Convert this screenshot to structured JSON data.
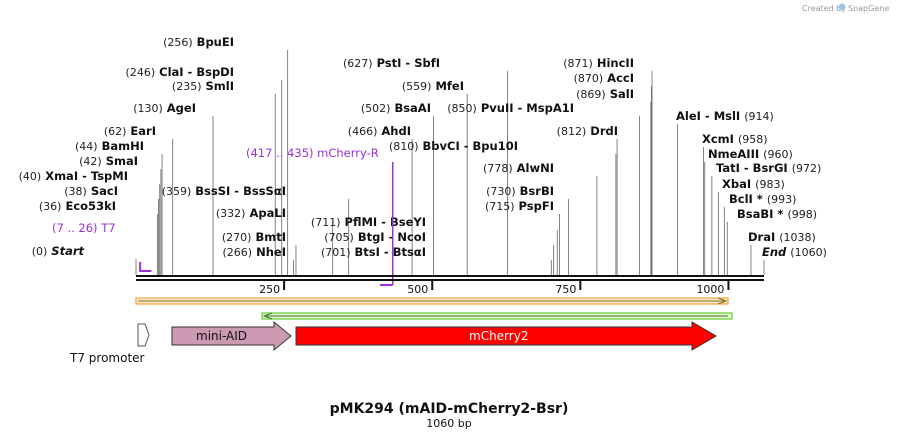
{
  "credit": {
    "created_by": "Created by",
    "brand": "SnapGene"
  },
  "title": "pMK294 (mAID-mCherry2-Bsr)",
  "length_text": "1060 bp",
  "length": 1060,
  "ruler_ticks": [
    250,
    500,
    750,
    1000
  ],
  "sites": [
    {
      "pos": "(256)",
      "name": "BpuEI",
      "bp": 256
    },
    {
      "pos": "(246)",
      "name": "ClaI  - BspDI",
      "bp": 246
    },
    {
      "pos": "(235)",
      "name": "SmlI",
      "bp": 235
    },
    {
      "pos": "(130)",
      "name": "AgeI",
      "bp": 130
    },
    {
      "pos": "(62)",
      "name": "EarI",
      "bp": 62
    },
    {
      "pos": "(44)",
      "name": "BamHI",
      "bp": 44
    },
    {
      "pos": "(42)",
      "name": "SmaI",
      "bp": 42
    },
    {
      "pos": "(40)",
      "name": "XmaI  - TspMI",
      "bp": 40
    },
    {
      "pos": "(38)",
      "name": "SacI",
      "bp": 38
    },
    {
      "pos": "(36)",
      "name": "Eco53kI",
      "bp": 36
    },
    {
      "pos": "(0)",
      "name": "Start",
      "bp": 0,
      "italic": true
    },
    {
      "pos": "(359)",
      "name": "BssSI  - BssSαI",
      "bp": 359
    },
    {
      "pos": "(332)",
      "name": "ApaLI",
      "bp": 332
    },
    {
      "pos": "(270)",
      "name": "BmtI",
      "bp": 270
    },
    {
      "pos": "(266)",
      "name": "NheI",
      "bp": 266
    },
    {
      "pos": "(466)",
      "name": "AhdI",
      "bp": 466
    },
    {
      "pos": "(502)",
      "name": "BsaAI",
      "bp": 502
    },
    {
      "pos": "(559)",
      "name": "MfeI",
      "bp": 559
    },
    {
      "pos": "(627)",
      "name": "PstI  - SbfI",
      "bp": 627
    },
    {
      "pos": "(711)",
      "name": "PflMI  - BseYI",
      "bp": 711
    },
    {
      "pos": "(705)",
      "name": "BtgI  - NcoI",
      "bp": 705
    },
    {
      "pos": "(701)",
      "name": "BtsI  - BtsαI",
      "bp": 701
    },
    {
      "pos": "(810)",
      "name": "BbvCI  - Bpu10I",
      "bp": 810
    },
    {
      "pos": "(778)",
      "name": "AlwNI",
      "bp": 778
    },
    {
      "pos": "(730)",
      "name": "BsrBI",
      "bp": 730
    },
    {
      "pos": "(715)",
      "name": "PspFI",
      "bp": 715
    },
    {
      "pos": "(871)",
      "name": "HincII",
      "bp": 871
    },
    {
      "pos": "(870)",
      "name": "AccI",
      "bp": 870
    },
    {
      "pos": "(869)",
      "name": "SalI",
      "bp": 869
    },
    {
      "pos": "(850)",
      "name": "PvuII  - MspA1I",
      "bp": 850
    },
    {
      "pos": "(812)",
      "name": "DrdI",
      "bp": 812
    },
    {
      "pos": "(914)",
      "name": "AleI  - MslI",
      "bp": 914
    },
    {
      "pos": "(958)",
      "name": "XcmI",
      "bp": 958
    },
    {
      "pos": "(960)",
      "name": "NmeAIII",
      "bp": 960
    },
    {
      "pos": "(972)",
      "name": "TatI  - BsrGI",
      "bp": 972
    },
    {
      "pos": "(983)",
      "name": "XbaI",
      "bp": 983
    },
    {
      "pos": "(993)",
      "name": "BclI *",
      "bp": 993
    },
    {
      "pos": "(998)",
      "name": "BsaBI *",
      "bp": 998
    },
    {
      "pos": "(1038)",
      "name": "DraI",
      "bp": 1038
    },
    {
      "pos": "(1060)",
      "name": "End",
      "bp": 1060,
      "italic": true
    }
  ],
  "primers": [
    {
      "range": "(7 .. 26)",
      "name": "T7",
      "start": 7,
      "end": 26
    },
    {
      "range": "(417 .. 435)",
      "name": "mCherry-R",
      "start": 417,
      "end": 435
    }
  ],
  "features": [
    {
      "name": "T7 promoter",
      "start": 0,
      "end": 19,
      "color": "#ffffff"
    },
    {
      "name": "mini-AID",
      "start": 62,
      "end": 262,
      "color": "#cc99b2"
    },
    {
      "name": "mCherry2",
      "start": 270,
      "end": 981,
      "color": "#ff0000"
    }
  ],
  "colors": {
    "orf_orange": "#e8a640",
    "orf_green": "#66cc33",
    "primer": "#9b30d9"
  }
}
